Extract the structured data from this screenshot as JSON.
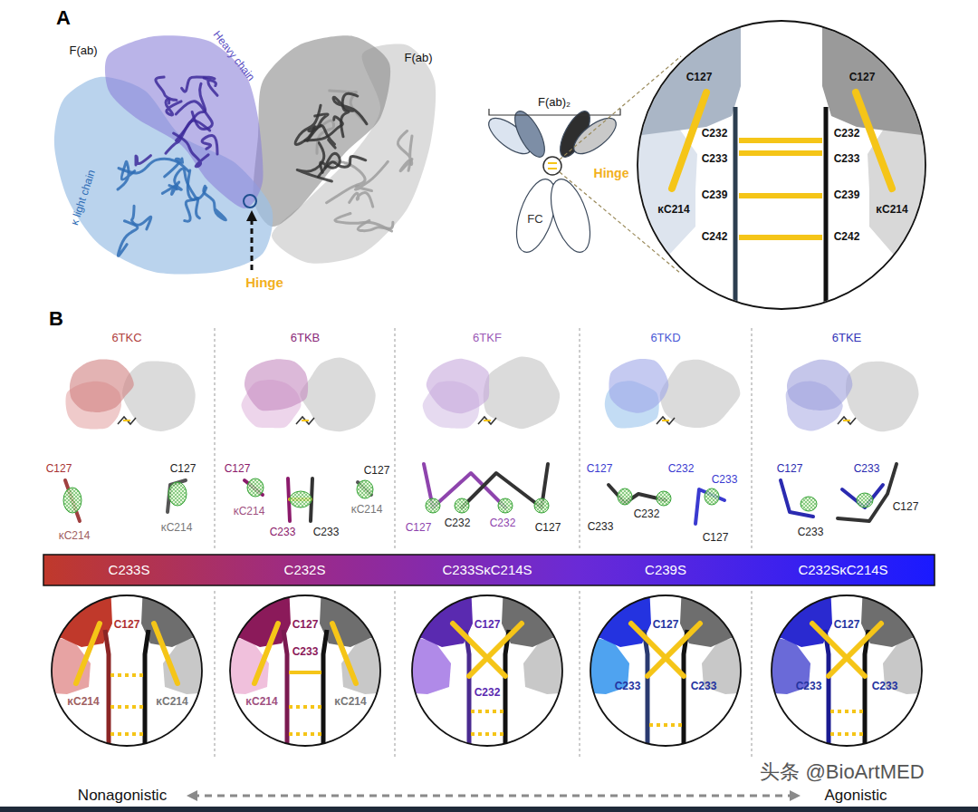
{
  "diagram": {
    "nodes": [
      {
        "text": [
          "C127",
          "C127",
          "C232",
          "C232",
          "C233",
          "C233",
          "C239",
          "C239",
          "κC214",
          "κC214",
          "C242",
          "C242"
        ]
      },
      {
        "text": [
          "C233S"
        ]
      },
      {
        "text": [
          "C232S"
        ]
      },
      {
        "text": [
          "C233SκC214S"
        ]
      },
      {
        "text": [
          "C239S"
        ]
      },
      {
        "text": [
          "C232SκC214S"
        ]
      },
      {
        "text": [
          "C127",
          "κC214",
          "κC214"
        ]
      },
      {
        "text": [
          "C127",
          "C233",
          "κC214",
          "κC214"
        ]
      },
      {
        "text": [
          "C127",
          "C232"
        ]
      },
      {
        "text": [
          "C127",
          "C233",
          "C233"
        ]
      },
      {
        "text": [
          "C127",
          "C233",
          "C233"
        ]
      }
    ],
    "labels": [
      "A",
      "F(ab)",
      "Heavy chain",
      "κ light chain",
      "F(ab)",
      "Hinge",
      "F(ab)₂",
      "Hinge",
      "FC",
      "B",
      "6TKC",
      "6TKB",
      "6TKF",
      "6TKD",
      "6TKE",
      "C127",
      "κC214",
      "C127",
      "κC214",
      "C127",
      "κC214",
      "C233",
      "C233",
      "C127",
      "κC214",
      "C127",
      "C232",
      "C232",
      "C127",
      "C127",
      "C232",
      "C233",
      "C233",
      "C232",
      "C127",
      "C127",
      "C233",
      "C233",
      "C127",
      "Nonagonistic",
      "Agonistic",
      "头条 @BioArtMED"
    ]
  }
}
